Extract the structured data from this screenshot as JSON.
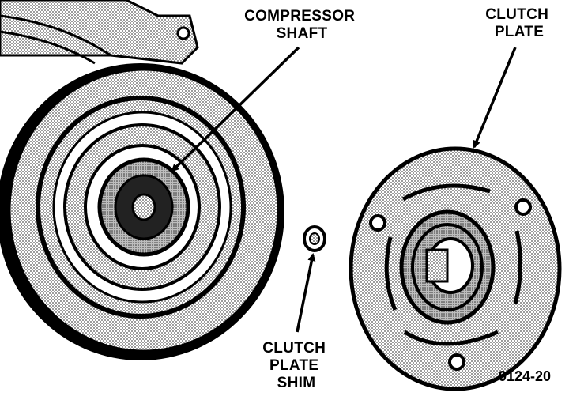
{
  "labels": {
    "compressor_shaft": [
      "COMPRESSOR",
      "SHAFT"
    ],
    "clutch_plate": [
      "CLUTCH",
      "PLATE"
    ],
    "clutch_plate_shim": [
      "CLUTCH",
      "PLATE",
      "SHIM"
    ]
  },
  "figure_number": "9124-20",
  "colors": {
    "ink": "#000000",
    "shade": "#9a9a9a",
    "paper": "#ffffff"
  }
}
